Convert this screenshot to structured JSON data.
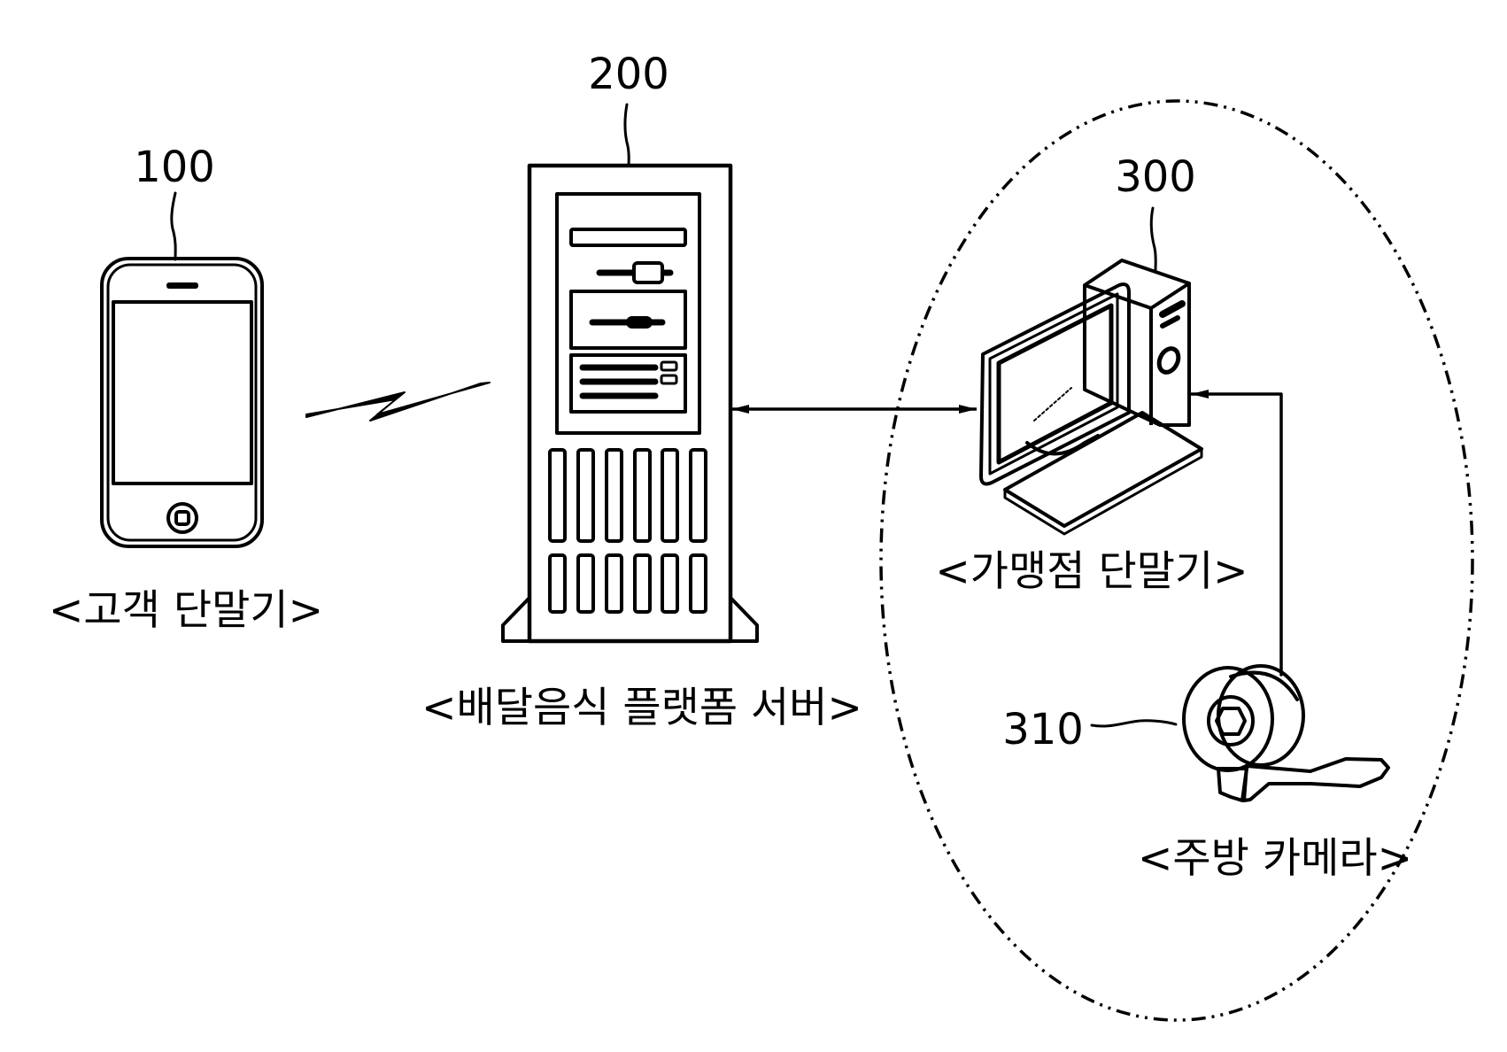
{
  "figure": {
    "type": "system-configuration-diagram",
    "colors": {
      "line": "#000000",
      "background": "#ffffff"
    }
  },
  "nodes": {
    "customer_terminal": {
      "ref": "100",
      "label": "<고객 단말기>",
      "icon": "smartphone-icon"
    },
    "platform_server": {
      "ref": "200",
      "label": "<배달음식 플랫폼 서버>",
      "icon": "server-tower-icon"
    },
    "store_terminal": {
      "ref": "300",
      "label": "<가맹점 단말기>",
      "icon": "desktop-computer-icon"
    },
    "kitchen_camera": {
      "ref": "310",
      "label": "<주방 카메라>",
      "icon": "camera-icon"
    }
  },
  "connections": [
    {
      "from": "customer_terminal",
      "to": "platform_server",
      "kind": "wireless",
      "icon": "lightning-bolt-icon"
    },
    {
      "from": "platform_server",
      "to": "store_terminal",
      "kind": "bidirectional-wired"
    },
    {
      "from": "kitchen_camera",
      "to": "store_terminal",
      "kind": "unidirectional-wired"
    }
  ],
  "groups": [
    {
      "name": "store-premises",
      "members": [
        "store_terminal",
        "kitchen_camera"
      ],
      "style": "dash-dot-dot-ellipse"
    }
  ]
}
